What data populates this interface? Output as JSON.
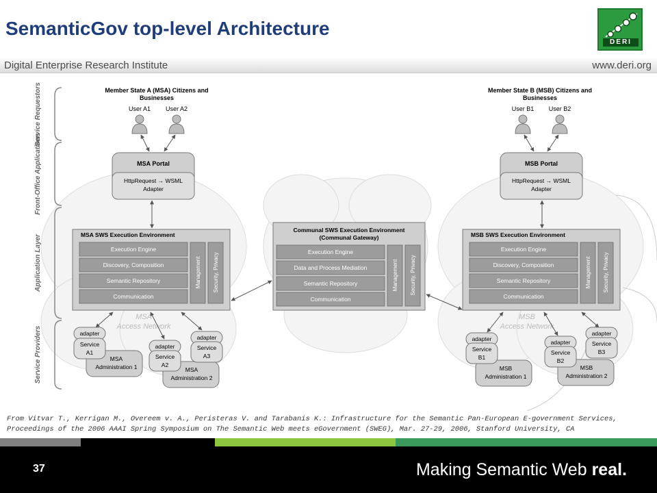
{
  "slide": {
    "title": "SemanticGov top-level Architecture",
    "institute": "Digital Enterprise Research Institute",
    "website": "www.deri.org",
    "logo_text": "DERI",
    "page_number": "37",
    "tagline_prefix": "Making Semantic Web ",
    "tagline_emphasis": "real.",
    "citation": "From Vitvar T., Kerrigan M., Overeem v. A., Peristeras V. and Tarabanis K.: Infrastructure for the Semantic Pan-European E-government Services, Proceedings of the 2006 AAAI Spring Symposium on The Semantic Web meets eGovernment (SWEG), Mar. 27-29, 2006, Stanford University, CA"
  },
  "colors": {
    "title": "#1f3d7a",
    "logo_green": "#2c9a3e",
    "strip": [
      "#808080",
      "#000000",
      "#8cc63f",
      "#3a9b5c"
    ],
    "box_fill": "#cfcfcf",
    "inner_fill": "#9c9c9c"
  },
  "diagram": {
    "layers": [
      "Service Requestors",
      "Front-Office Applications",
      "Application Layer",
      "Service Providers"
    ],
    "msa": {
      "citizens_title_line1": "Member State A (MSA) Citizens and",
      "citizens_title_line2": "Businesses",
      "user1": "User A1",
      "user2": "User A2",
      "portal_title": "MSA Portal",
      "adapter_line1": "HttpRequest → WSML",
      "adapter_line2": "Adapter",
      "env_title": "MSA SWS Execution Environment",
      "components": [
        "Execution Engine",
        "Discovery, Composition",
        "Semantic Repository",
        "Communication"
      ],
      "side": [
        "Management",
        "Security, Privacy"
      ],
      "network_line1": "MSA",
      "network_line2": "Access Network",
      "adapter": "adapter",
      "service1_line1": "Service",
      "service1_line2": "A1",
      "service2_line1": "Service",
      "service2_line2": "A2",
      "service3_line1": "Service",
      "service3_line2": "A3",
      "admin1_line1": "MSA",
      "admin1_line2": "Administration 1",
      "admin2_line1": "MSA",
      "admin2_line2": "Administration 2"
    },
    "communal": {
      "env_title_line1": "Communal SWS Execution Environment",
      "env_title_line2": "(Communal Gateway)",
      "components": [
        "Execution Engine",
        "Data and Process Mediation",
        "Semantic Repository",
        "Communication"
      ],
      "side": [
        "Management",
        "Security, Privacy"
      ]
    },
    "msb": {
      "citizens_title_line1": "Member State B (MSB) Citizens and",
      "citizens_title_line2": "Businesses",
      "user1": "User B1",
      "user2": "User B2",
      "portal_title": "MSB Portal",
      "adapter_line1": "HttpRequest → WSML",
      "adapter_line2": "Adapter",
      "env_title": "MSB SWS Execution Environment",
      "components": [
        "Execution Engine",
        "Discovery, Composition",
        "Semantic Repository",
        "Communication"
      ],
      "side": [
        "Management",
        "Security, Privacy"
      ],
      "network_line1": "MSB",
      "network_line2": "Access Network",
      "adapter": "adapter",
      "service1_line1": "Service",
      "service1_line2": "B1",
      "service2_line1": "Service",
      "service2_line2": "B2",
      "service3_line1": "Service",
      "service3_line2": "B3",
      "admin1_line1": "MSB",
      "admin1_line2": "Administration 1",
      "admin2_line1": "MSB",
      "admin2_line2": "Administration 2"
    }
  }
}
